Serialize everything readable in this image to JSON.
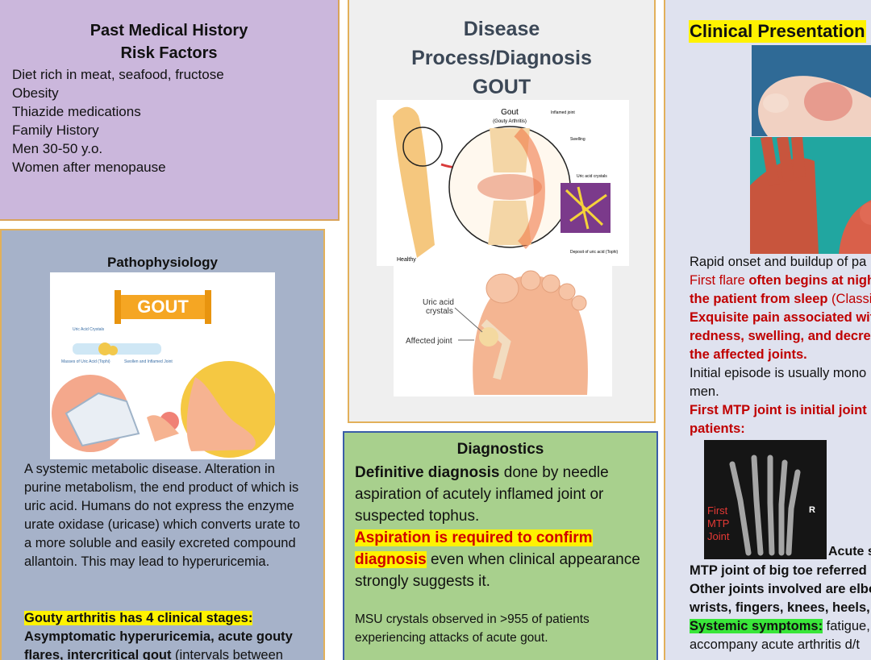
{
  "pmh": {
    "title_line1": "Past Medical History",
    "title_line2": "Risk Factors",
    "items": [
      "Diet rich in meat, seafood, fructose",
      "Obesity",
      "Thiazide medications",
      "Family History",
      "Men 30-50 y.o.",
      "Women after menopause"
    ]
  },
  "patho": {
    "title": "Pathophysiology",
    "image": {
      "banner": "GOUT",
      "label_crystals": "Uric Acid Crystals",
      "label_masses": "Masses of Uric Acid (Tophi)",
      "label_swollen": "Swollen and Inflamed Joint"
    },
    "paragraph": "A systemic metabolic disease. Alteration in purine metabolism, the end product of which is uric acid. Humans do not express the enzyme urate oxidase (uricase) which converts urate to a more soluble and easily excreted compound allantoin. This may lead to hyperuricemia.",
    "stages_heading": "Gouty arthritis has 4 clinical stages:",
    "stages_bold": "Asymptomatic hyperuricemia, acute gouty flares, intercritical gout",
    "stages_rest": " (intervals between"
  },
  "disease": {
    "title_line1": "Disease",
    "title_line2": "Process/Diagnosis",
    "title_line3": "GOUT",
    "image1": {
      "title": "Gout",
      "subtitle": "(Gouty Arthritis)",
      "label_inflamed": "Inflamed joint",
      "label_swelling": "Swelling",
      "label_crystals": "Uric acid crystals",
      "label_deposit": "Deposit of uric acid (Tophi)",
      "label_healthy": "Healthy"
    },
    "image2": {
      "label_crystals_1": "Uric acid",
      "label_crystals_2": "crystals",
      "label_affected": "Affected joint"
    }
  },
  "diag": {
    "title": "Diagnostics",
    "def_bold": "Definitive diagnosis",
    "def_rest": " done by needle aspiration of acutely inflamed joint or suspected tophus.",
    "asp_highlight": "Aspiration is required to confirm diagnosis",
    "asp_rest": " even when clinical appearance strongly suggests it.",
    "msu": "MSU crystals observed in >955 of patients experiencing attacks of acute gout."
  },
  "clin": {
    "title": "Clinical Presentation",
    "line1": "Rapid onset and buildup of pa",
    "line2a": "First flare ",
    "line2b": "often begins at nigh",
    "line3a": "the patient from sleep",
    "line3b": " (Classi",
    "line4": "Exquisite pain associated wit",
    "line5": "redness, swelling, and decrea",
    "line6": "the affected joints.",
    "line7": "Initial episode is usually mono",
    "line8": "men.",
    "line9": "First MTP joint is initial joint i",
    "line10": "patients:",
    "xray_label_1": "First",
    "xray_label_2": "MTP",
    "xray_label_3": "Joint",
    "xray_r": "R",
    "acute": "Acute s",
    "line11": " MTP joint of big toe referred",
    "line12": "Other joints involved are elbo",
    "line13": "wrists, fingers, knees, heels, a",
    "systemic_label": "Systemic symptoms:",
    "systemic_rest": " fatigue,",
    "line15": "accompany acute arthritis d/t"
  }
}
